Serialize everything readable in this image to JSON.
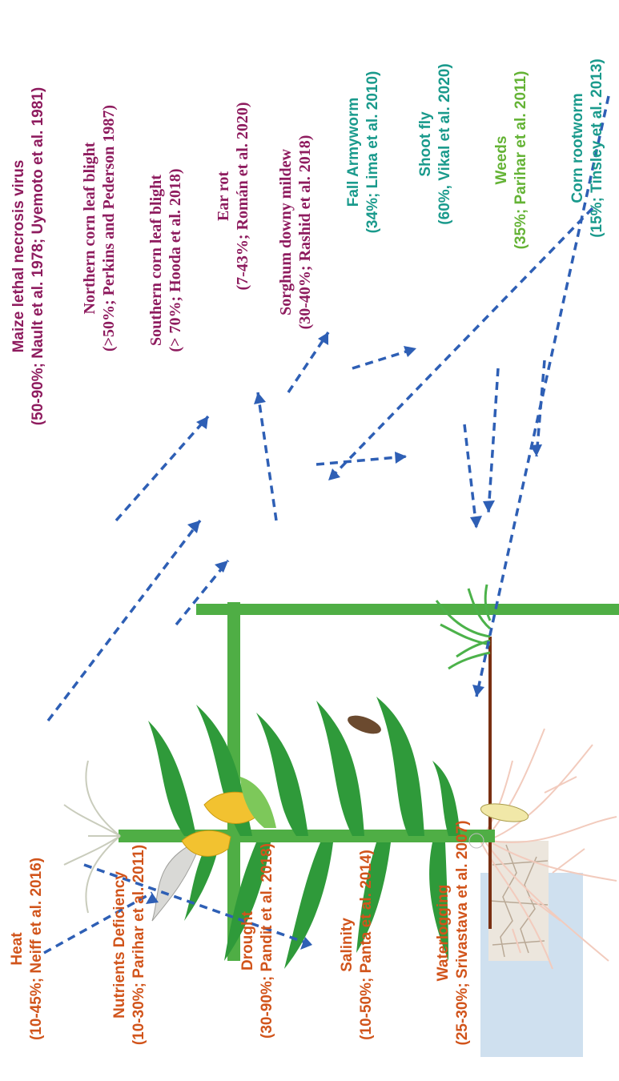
{
  "labels": {
    "heat": {
      "name": "Heat",
      "detail": "(10-45%; Neiff et al. 2016)"
    },
    "nutrients": {
      "name": "Nutrients Deficiency",
      "detail": "(10-30%; Parihar et al. 2011)"
    },
    "drought": {
      "name": "Drought",
      "detail": "(30-90%; Pandit et al. 2018)"
    },
    "salinity": {
      "name": "Salinity",
      "detail": "(10-50%; Panta et al. 2014)"
    },
    "waterlogging": {
      "name": "Waterlogging",
      "detail": "(25-30%;  Srivastava et al. 2007)"
    },
    "mlnv": {
      "name": "Maize lethal necrosis virus",
      "detail": "(50-90%; Nault et al. 1978; Uyemoto et al. 1981)"
    },
    "nclb": {
      "name": "Northern corn leaf blight",
      "detail": "(>50%; Perkins and Pederson 1987)"
    },
    "sclb": {
      "name": "Southern corn leaf blight",
      "detail": "(> 70%; Hooda et al. 2018)"
    },
    "earrot": {
      "name": "Ear rot",
      "detail": "(7-43%; Román et al. 2020)"
    },
    "sdm": {
      "name": "Sorghum downy mildew",
      "detail": "(30-40%; Rashid et al. 2018)"
    },
    "faw": {
      "name": "Fall Armyworm",
      "detail": "(34%; Lima et al. 2010)"
    },
    "shootfly": {
      "name": "Shoot fly",
      "detail": "(60%, Vikal et al. 2020)"
    },
    "weeds": {
      "name": "Weeds",
      "detail": "(35%; Parihar et al. 2011)"
    },
    "rootworm": {
      "name": "Corn rootworm",
      "detail": "(15%; Tinsley et al. 2013)"
    }
  },
  "colors": {
    "abiotic": "#d1541b",
    "disease": "#8e1b5e",
    "insect": "#1a9a8c",
    "weed": "#64b335",
    "arrow": "#2e5fb5",
    "stalk": "#4fae45",
    "leaf": "#2f9a3a",
    "cob": "#f2c230",
    "soil_line": "#7a3012",
    "root": "#f2cbbd",
    "water": "#cfe0ef"
  }
}
